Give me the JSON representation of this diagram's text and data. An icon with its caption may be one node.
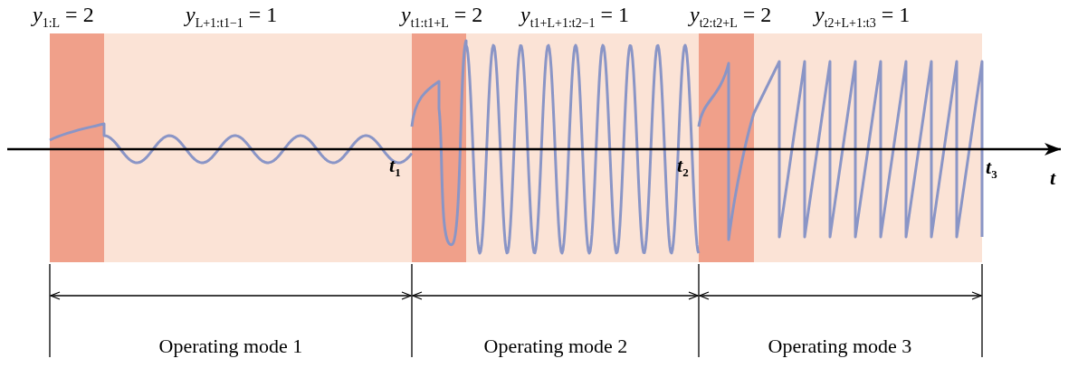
{
  "diagram": {
    "labels": [
      "*y*$_{1:L}$ = 2",
      "*y*$_{L+1:t1−1}$ = 1",
      "*y*$_{t1:t1+L}$ = 2",
      "*y*$_{t1+L+1:t2−1}$ = 1",
      "*y*$_{t2:t2+L}$ = 2",
      "*y*$_{t2+L+1:t3}$ = 1",
      "*t*$_{1}$",
      "*t*$_{2}$",
      "*t*$_{3}$",
      "*t*",
      "Operating mode 1",
      "Operating mode 2",
      "Operating mode 3"
    ]
  }
}
